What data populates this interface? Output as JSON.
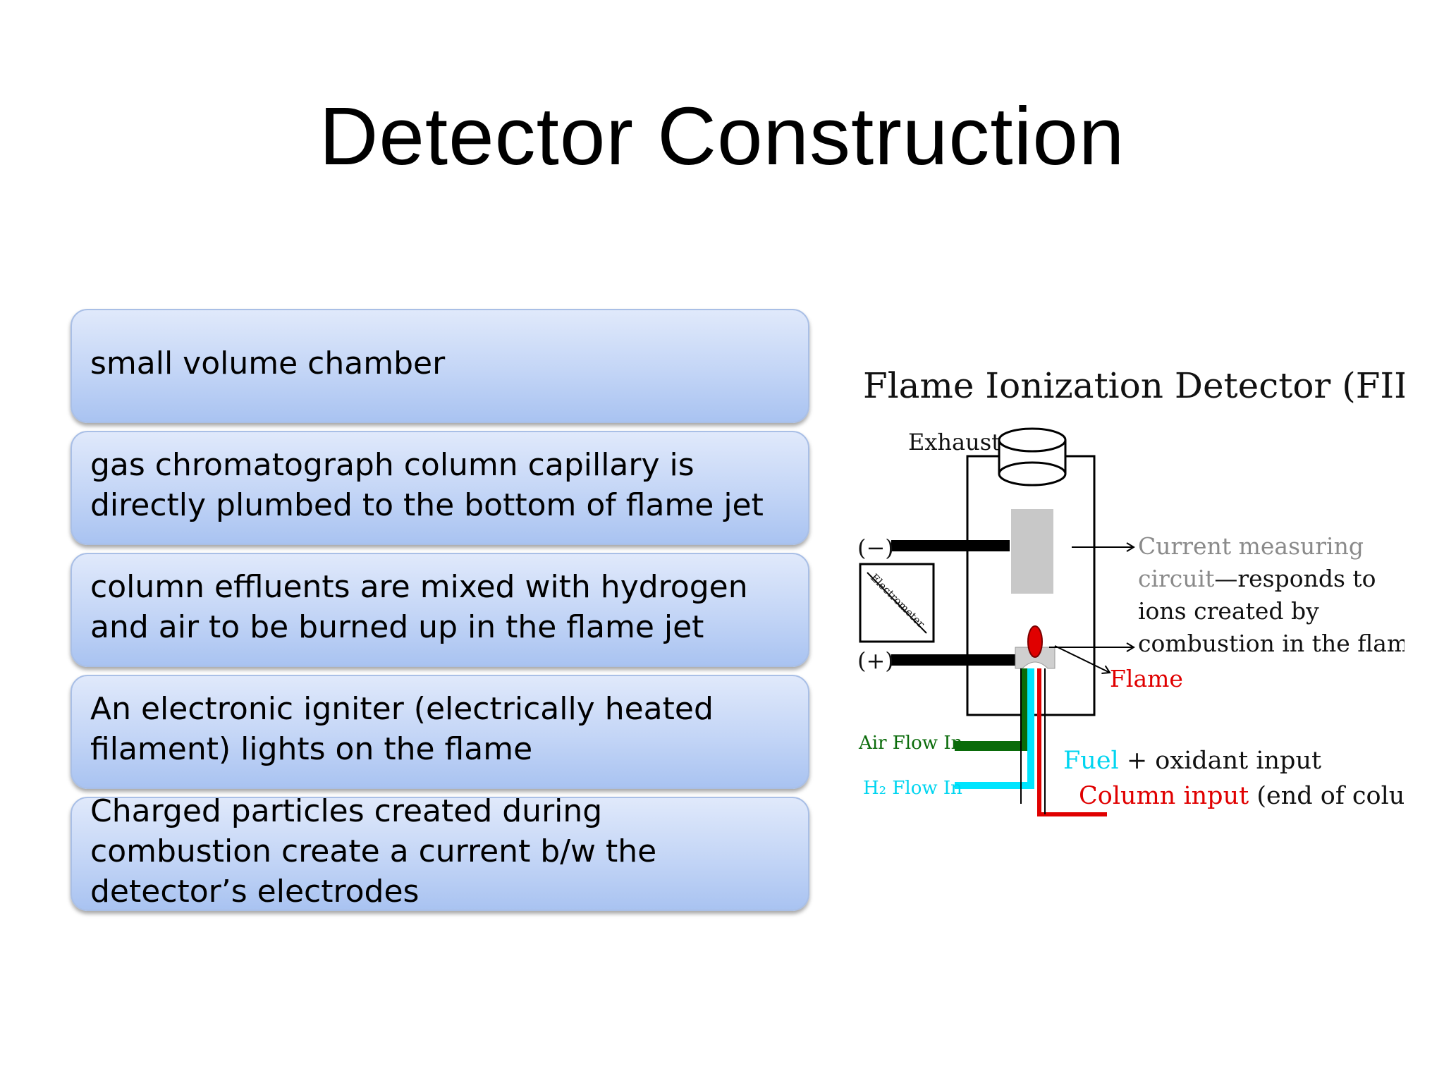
{
  "slide": {
    "title": "Detector Construction"
  },
  "bullets": [
    "small volume chamber",
    "gas chromatograph column capillary is directly plumbed to the bottom of flame jet",
    "column effluents are mixed with hydrogen and air to be burned up in the flame jet",
    "An electronic igniter (electrically heated filament) lights on the flame",
    "Charged particles created during combustion create a current b/w the detector’s electrodes"
  ],
  "diagram": {
    "title": "Flame Ionization Detector (FID)",
    "exhaust": "Exhaust",
    "minus": "(−)",
    "plus": "(+)",
    "electrometer": "Electrometer",
    "current_line1": "Current measuring",
    "current_line2a": "circuit",
    "current_line2b": "—responds to",
    "current_line3": "ions created by",
    "current_line4": "combustion in the flame.",
    "flame": "Flame",
    "air_flow": "Air Flow In",
    "h2_flow": "H₂ Flow In",
    "fuel": "Fuel",
    "oxidant": " + oxidant input",
    "column_input": "Column input",
    "end_of_column": " (end of column)",
    "colors": {
      "flame": "#e00000",
      "air": "#0a6b0a",
      "fuel": "#00e5ff",
      "column": "#e00000",
      "electrode": "#000000",
      "collector": "#c8c8c8"
    }
  }
}
